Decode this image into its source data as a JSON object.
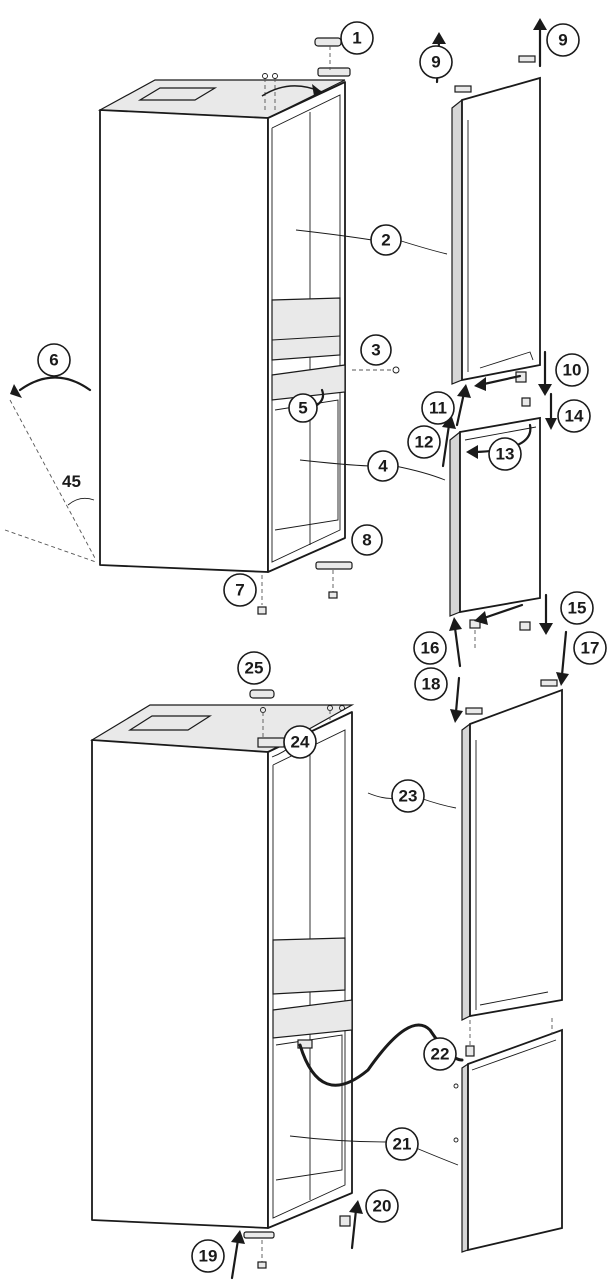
{
  "diagram": {
    "callouts": [
      {
        "id": "c1",
        "text": "1"
      },
      {
        "id": "c2",
        "text": "2"
      },
      {
        "id": "c3",
        "text": "3"
      },
      {
        "id": "c4",
        "text": "4"
      },
      {
        "id": "c5",
        "text": "5"
      },
      {
        "id": "c6",
        "text": "6"
      },
      {
        "id": "c7",
        "text": "7"
      },
      {
        "id": "c8",
        "text": "8"
      },
      {
        "id": "c9a",
        "text": "9"
      },
      {
        "id": "c9b",
        "text": "9"
      },
      {
        "id": "c10",
        "text": "10"
      },
      {
        "id": "c11",
        "text": "11"
      },
      {
        "id": "c12",
        "text": "12"
      },
      {
        "id": "c13",
        "text": "13"
      },
      {
        "id": "c14",
        "text": "14"
      },
      {
        "id": "c15",
        "text": "15"
      },
      {
        "id": "c16",
        "text": "16"
      },
      {
        "id": "c17",
        "text": "17"
      },
      {
        "id": "c18",
        "text": "18"
      },
      {
        "id": "c19",
        "text": "19"
      },
      {
        "id": "c20",
        "text": "20"
      },
      {
        "id": "c21",
        "text": "21"
      },
      {
        "id": "c22",
        "text": "22"
      },
      {
        "id": "c23",
        "text": "23"
      },
      {
        "id": "c24",
        "text": "24"
      },
      {
        "id": "c25",
        "text": "25"
      }
    ],
    "angle_label": "45"
  }
}
